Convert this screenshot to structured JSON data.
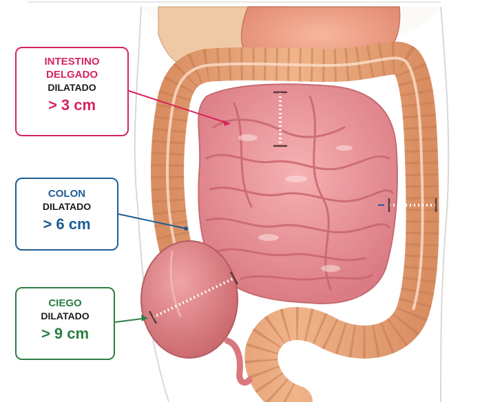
{
  "colors": {
    "intestino": "#d6245c",
    "colon": "#1c5b93",
    "ciego": "#2e7d43",
    "small_bowel": "#e98f95",
    "colon_tissue": "#e7a67c",
    "cecum": "#d8787c",
    "stomach": "#f0a083",
    "liver": "#efc9a6",
    "body_outline": "#d8d8d8"
  },
  "labels": {
    "intestino": {
      "title": "INTESTINO\nDELGADO",
      "state": "DILATADO",
      "value": "> 3 cm"
    },
    "colon": {
      "title": "COLON",
      "state": "DILATADO",
      "value": "> 6 cm"
    },
    "ciego": {
      "title": "CIEGO",
      "state": "DILATADO",
      "value": "> 9 cm"
    }
  },
  "icons": [
    "measurement-bar-icon"
  ]
}
